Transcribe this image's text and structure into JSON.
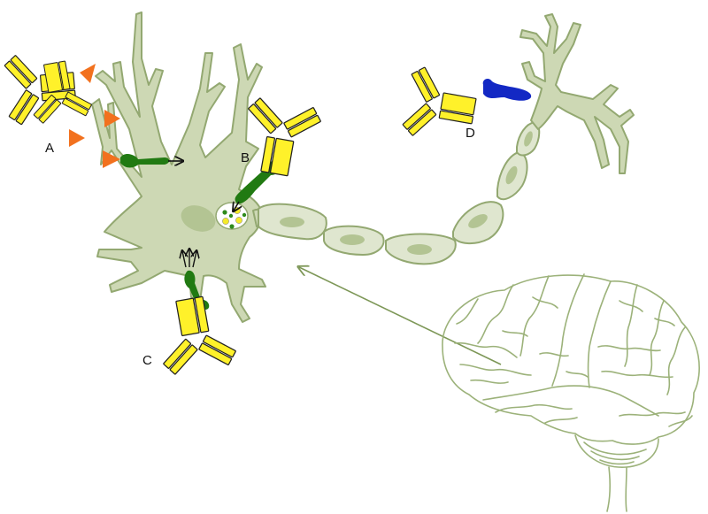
{
  "labels": {
    "a": "A",
    "b": "B",
    "c": "C",
    "d": "D"
  },
  "colors": {
    "neuron_fill": "#cdd8b4",
    "neuron_stroke": "#93a871",
    "axon_segment_fill": "#dfe6cf",
    "antibody_fill": "#fff12a",
    "antibody_stroke": "#222222",
    "antigen_orange": "#f2711e",
    "receptor_green": "#217a12",
    "receptor_blue": "#1328c4",
    "brain_stroke": "#9cb27a",
    "pointer_arrow": "#7d9757",
    "vesicle_yellow": "#f4ea2a",
    "vesicle_green": "#2e8a1b"
  },
  "icons": {
    "antibody": "y-shaped-antibody-icon",
    "antigen": "orange-triangle-antigen-icon",
    "receptor": "green-receptor-icon",
    "brain": "brain-outline-icon"
  }
}
